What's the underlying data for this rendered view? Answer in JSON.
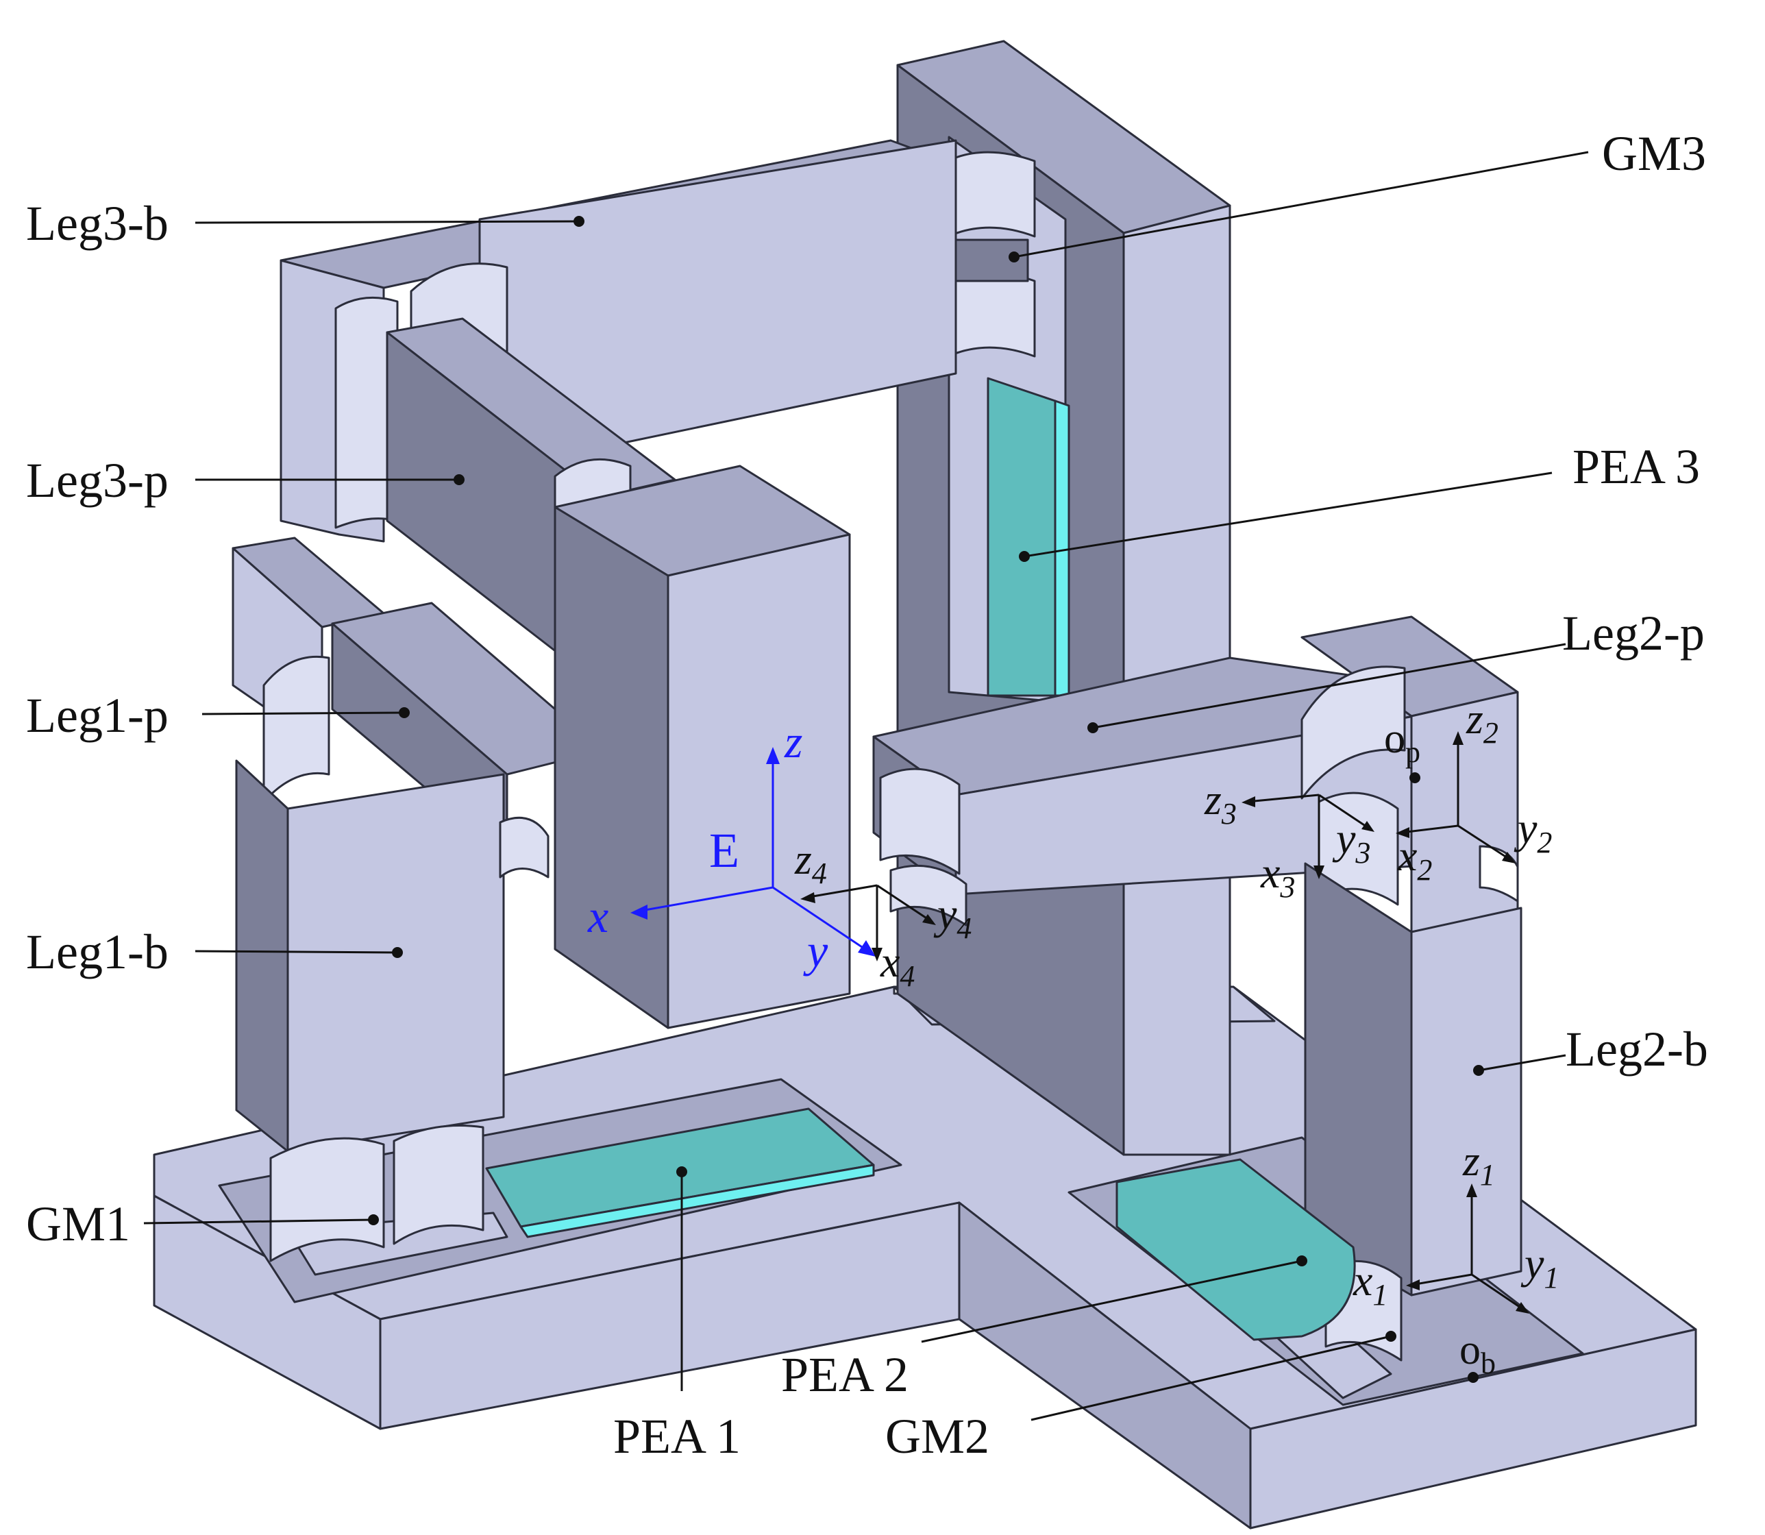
{
  "labels": {
    "leg3_b": "Leg3-b",
    "leg3_p": "Leg3-p",
    "leg1_p": "Leg1-p",
    "leg1_b": "Leg1-b",
    "gm1": "GM1",
    "gm3": "GM3",
    "pea3": "PEA 3",
    "leg2_p": "Leg2-p",
    "leg2_b": "Leg2-b",
    "pea1": "PEA 1",
    "pea2": "PEA 2",
    "gm2": "GM2"
  },
  "frame_e": {
    "name": "E",
    "x": "x",
    "y": "y",
    "z": "z"
  },
  "frames": {
    "f1": {
      "x": "x",
      "y": "y",
      "z": "z",
      "sub": "1"
    },
    "f2": {
      "x": "x",
      "y": "y",
      "z": "z",
      "sub": "2"
    },
    "f3": {
      "x": "x",
      "y": "y",
      "z": "z",
      "sub": "3"
    },
    "f4": {
      "x": "x",
      "y": "y",
      "z": "z",
      "sub": "4"
    }
  },
  "origins": {
    "op": {
      "base": "o",
      "sub": "p"
    },
    "ob": {
      "base": "o",
      "sub": "b"
    }
  },
  "colors": {
    "face_light": "#c4c7e2",
    "face_mid": "#a6a9c6",
    "face_dark": "#7c7f98",
    "pea_top": "#5fbdbd",
    "pea_side": "#6ef0f0",
    "frame_e": "#1a1aff",
    "text": "#111111"
  }
}
